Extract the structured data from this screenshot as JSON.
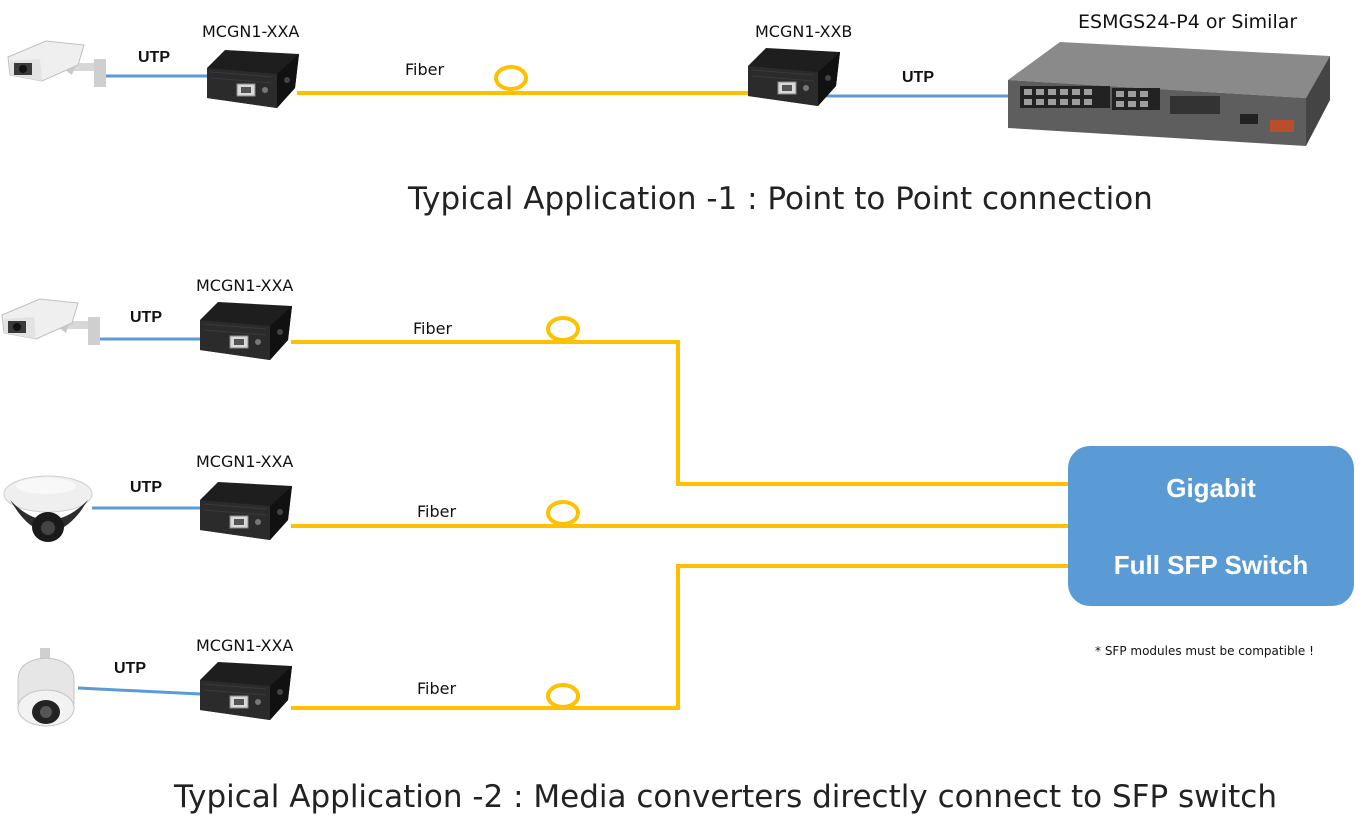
{
  "app1": {
    "caption": "Typical Application -1 : Point to Point connection",
    "converter_a_label": "MCGN1-XXA",
    "converter_b_label": "MCGN1-XXB",
    "switch_label": "ESMGS24-P4 or Similar",
    "utp_left": "UTP",
    "utp_right": "UTP",
    "fiber": "Fiber"
  },
  "app2": {
    "caption": "Typical Application -2 : Media converters directly connect to SFP switch",
    "rows": [
      {
        "camera": "box-camera-icon",
        "converter_label": "MCGN1-XXA",
        "utp": "UTP",
        "fiber": "Fiber"
      },
      {
        "camera": "dome-camera-icon",
        "converter_label": "MCGN1-XXA",
        "utp": "UTP",
        "fiber": "Fiber"
      },
      {
        "camera": "ptz-camera-icon",
        "converter_label": "MCGN1-XXA",
        "utp": "UTP",
        "fiber": "Fiber"
      }
    ],
    "switch": {
      "line1": "Gigabit",
      "line2": "Full SFP Switch"
    },
    "note": "* SFP modules must be compatible !"
  },
  "colors": {
    "fiber": "#ffc000",
    "utp": "#5b9bd5",
    "switch_fill": "#5b9bd5",
    "converter": "#1a1a1a"
  }
}
